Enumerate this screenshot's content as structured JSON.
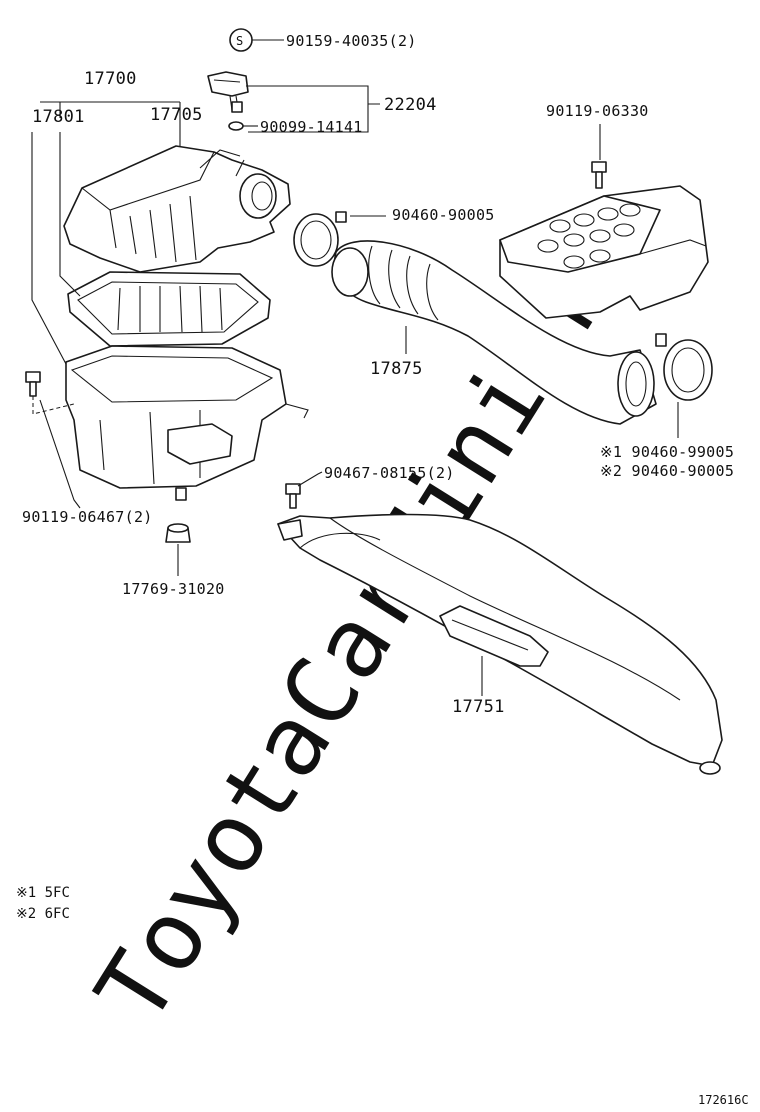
{
  "watermark": "ToyotaCarMini.ru",
  "symbol_s": "S",
  "labels": {
    "p90159": "90159-40035(2)",
    "p17700": "17700",
    "p17801": "17801",
    "p17705": "17705",
    "p22204": "22204",
    "p90099": "90099-14141",
    "p90119a": "90119-06330",
    "p90460a": "90460-90005",
    "p17875": "17875",
    "p90460b": "※1 90460-99005",
    "p90460c": "※2 90460-90005",
    "p90119b": "90119-06467(2)",
    "p90467": "90467-08155(2)",
    "p17769": "17769-31020",
    "p17751": "17751"
  },
  "notes": {
    "n1": "※1  5FC",
    "n2": "※2  6FC"
  },
  "diagram_code": "172616C"
}
